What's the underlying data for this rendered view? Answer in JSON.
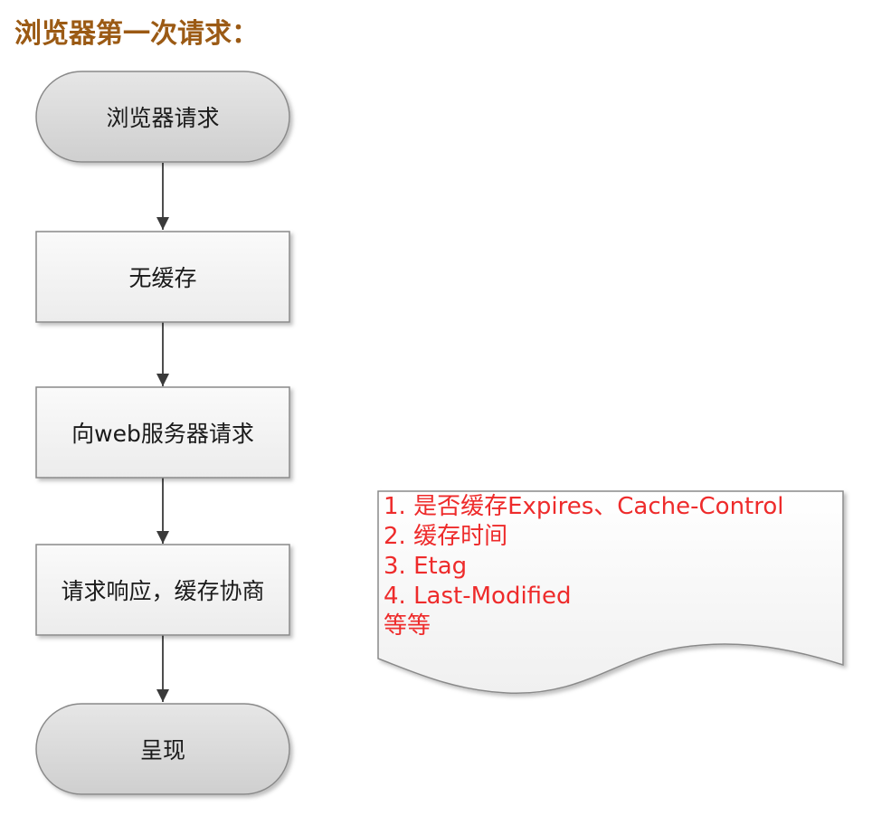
{
  "title": "浏览器第一次请求：",
  "nodes": [
    {
      "id": "start",
      "shape": "terminal",
      "label": "浏览器请求"
    },
    {
      "id": "no-cache",
      "shape": "process",
      "label": "无缓存"
    },
    {
      "id": "request-server",
      "shape": "process",
      "label": "向web服务器请求"
    },
    {
      "id": "response",
      "shape": "process",
      "label": "请求响应，缓存协商"
    },
    {
      "id": "render",
      "shape": "terminal",
      "label": "呈现"
    }
  ],
  "edges": [
    {
      "from": "start",
      "to": "no-cache"
    },
    {
      "from": "no-cache",
      "to": "request-server"
    },
    {
      "from": "request-server",
      "to": "response"
    },
    {
      "from": "response",
      "to": "render"
    }
  ],
  "note": {
    "lines": [
      "1. 是否缓存Expires、Cache-Control",
      "2. 缓存时间",
      "3. Etag",
      "4. Last-Modified",
      "等等"
    ]
  },
  "colors": {
    "title": "#9b5a14",
    "terminal_fill": "#d8d8d8",
    "process_fill": "#f2f2f2",
    "stroke": "#8a8a8a",
    "note_text": "#ee2b2b"
  }
}
